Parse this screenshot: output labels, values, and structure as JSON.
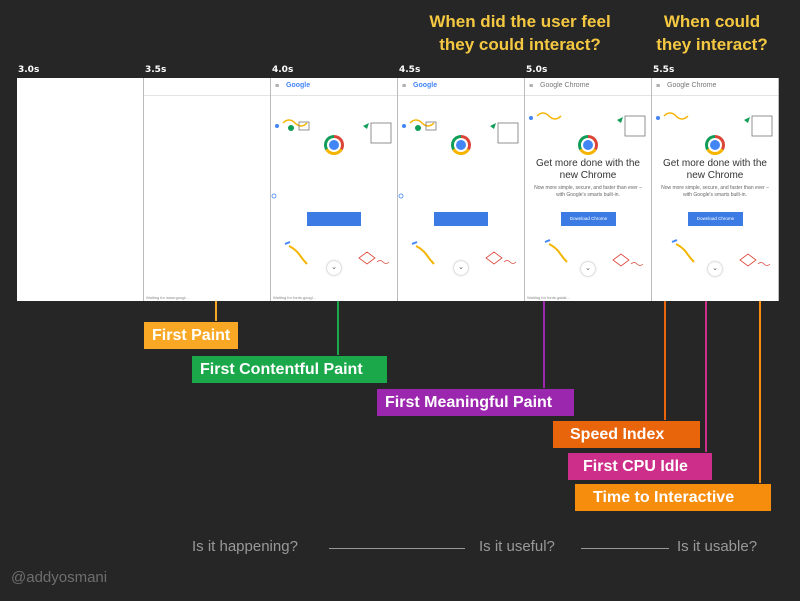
{
  "questions": {
    "feel_interact": "When did the user feel they could interact?",
    "could_interact": "When could they interact?"
  },
  "filmstrip": [
    {
      "time": "3.0s",
      "state": "blank"
    },
    {
      "time": "3.5s",
      "state": "bar",
      "status_text": "Waiting for www.googl..."
    },
    {
      "time": "4.0s",
      "state": "content",
      "brand": "Google",
      "status_text": "Waiting for fonts.googl..."
    },
    {
      "time": "4.5s",
      "state": "content",
      "brand": "Google",
      "status_text": ""
    },
    {
      "time": "5.0s",
      "state": "meaningful",
      "brand": "Google Chrome",
      "headline": "Get more done with the new Chrome",
      "subtext": "Now more simple, secure, and faster than ever – with Google's smarts built-in.",
      "button": "Download Chrome",
      "status_text": "Waiting for fonts.gstati..."
    },
    {
      "time": "5.5s",
      "state": "meaningful",
      "brand": "Google Chrome",
      "headline": "Get more done with the new Chrome",
      "subtext": "Now more simple, secure, and faster than ever – with Google's smarts built-in.",
      "button": "Download Chrome",
      "status_text": ""
    }
  ],
  "metrics": [
    {
      "label": "First Paint",
      "color": "#f9a825"
    },
    {
      "label": "First Contentful Paint",
      "color": "#1aa84a"
    },
    {
      "label": "First Meaningful Paint",
      "color": "#9b27af"
    },
    {
      "label": "Speed Index",
      "color": "#e8650c"
    },
    {
      "label": "First CPU Idle",
      "color": "#cc2e8a"
    },
    {
      "label": "Time to Interactive",
      "color": "#f78d0d"
    }
  ],
  "footer": {
    "q1": "Is it happening?",
    "q2": "Is it useful?",
    "q3": "Is it usable?"
  },
  "credit": "@addyosmani"
}
